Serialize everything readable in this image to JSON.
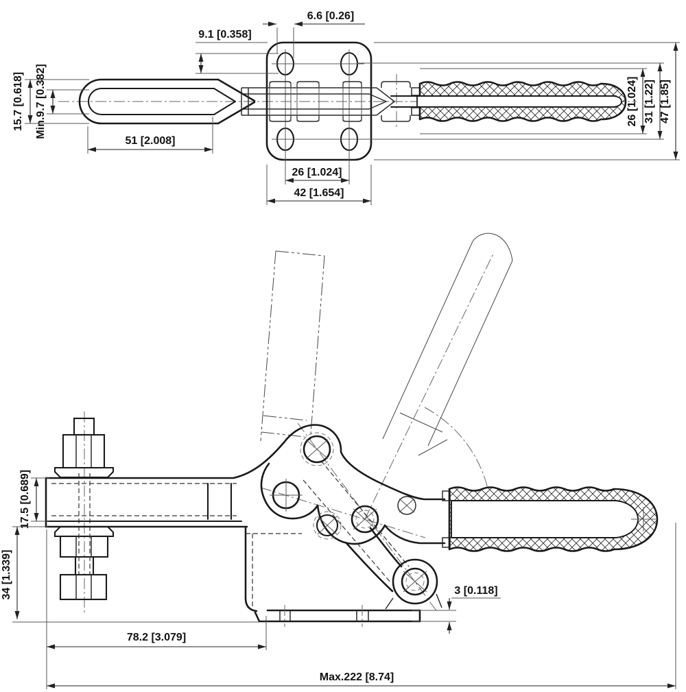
{
  "drawing": {
    "type": "technical-dimension-drawing",
    "subject": "horizontal toggle clamp, two orthographic views",
    "units": "mm [inch]",
    "top_view": {
      "dims": {
        "slot_width": "6.6 [0.26]",
        "slot_height": "9.1 [0.358]",
        "bar_outer_width": "15.7 [0.618]",
        "bar_inner_width": "Min.9.7 [0.382]",
        "bar_length": "51 [2.008]",
        "grip_diameter": "26 [1.024]",
        "hole_row_spacing": "31 [1.22]",
        "base_plate_height": "47 [1.85]",
        "hole_col_spacing": "26 [1.024]",
        "base_plate_width": "42 [1.654]"
      }
    },
    "side_view": {
      "dims": {
        "arm_section_height": "17.5 [0.689]",
        "arm_to_base": "34 [1.339]",
        "arm_reach": "78.2 [3.079]",
        "base_thickness": "3 [0.118]",
        "overall_length": "Max.222 [8.74]"
      }
    },
    "line_color": "#1a1a1a",
    "background": "#ffffff"
  }
}
